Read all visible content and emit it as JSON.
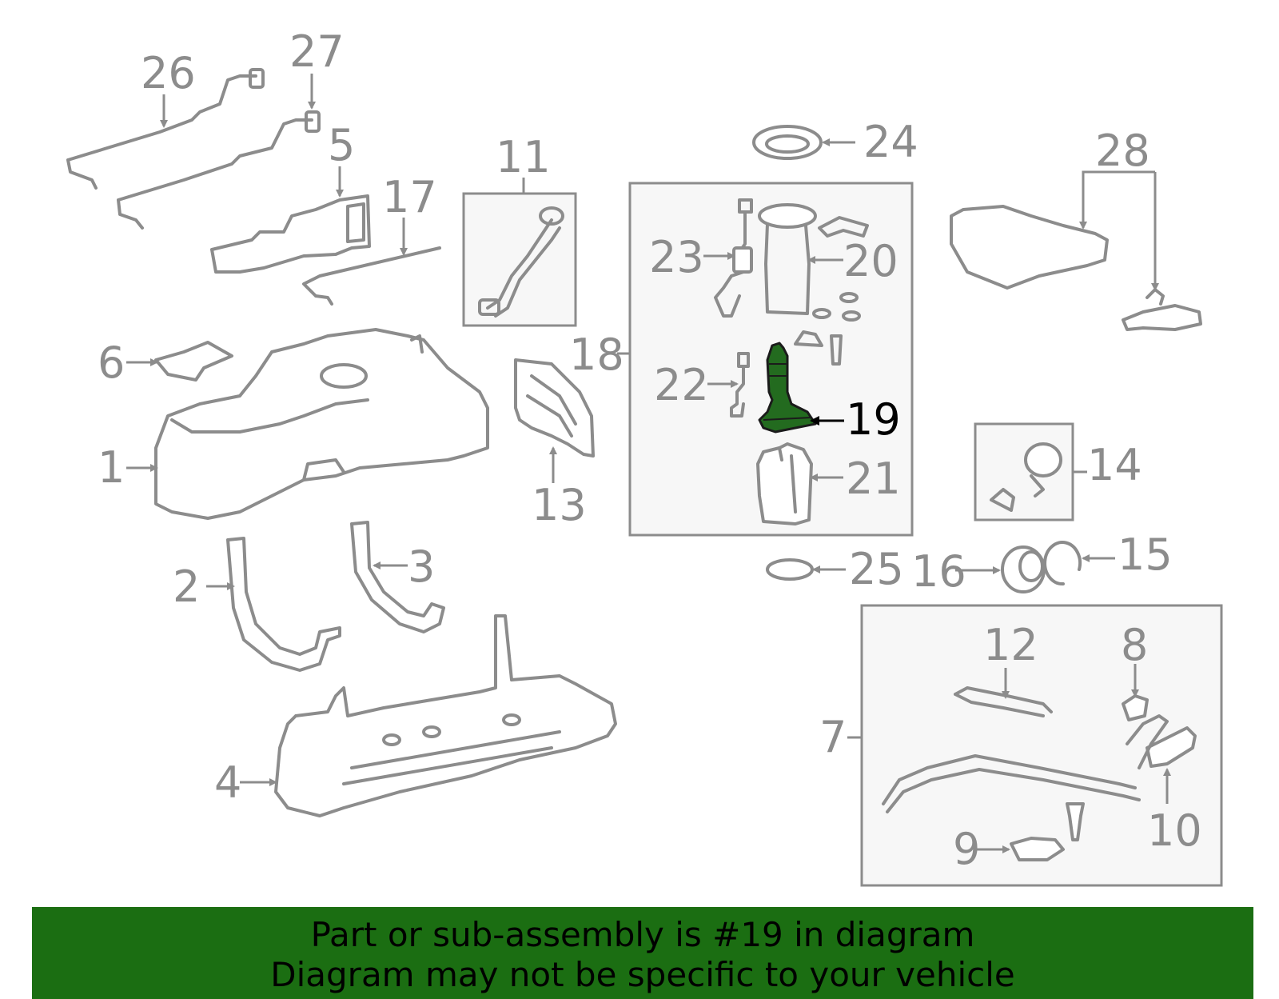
{
  "diagram": {
    "highlight_color": "#236b1f",
    "line_color": "#8c8c8c",
    "highlighted_part": "19",
    "labels": {
      "p1": "1",
      "p2": "2",
      "p3": "3",
      "p4": "4",
      "p5": "5",
      "p6": "6",
      "p7": "7",
      "p8": "8",
      "p9": "9",
      "p10": "10",
      "p11": "11",
      "p12": "12",
      "p13": "13",
      "p14": "14",
      "p15": "15",
      "p16": "16",
      "p17": "17",
      "p18": "18",
      "p19": "19",
      "p20": "20",
      "p21": "21",
      "p22": "22",
      "p23": "23",
      "p24": "24",
      "p25": "25",
      "p26": "26",
      "p27": "27",
      "p28": "28"
    }
  },
  "banner": {
    "background": "#1b6e12",
    "line1": "Part or sub-assembly is #19 in diagram",
    "line2": "Diagram may not be specific to your vehicle"
  }
}
